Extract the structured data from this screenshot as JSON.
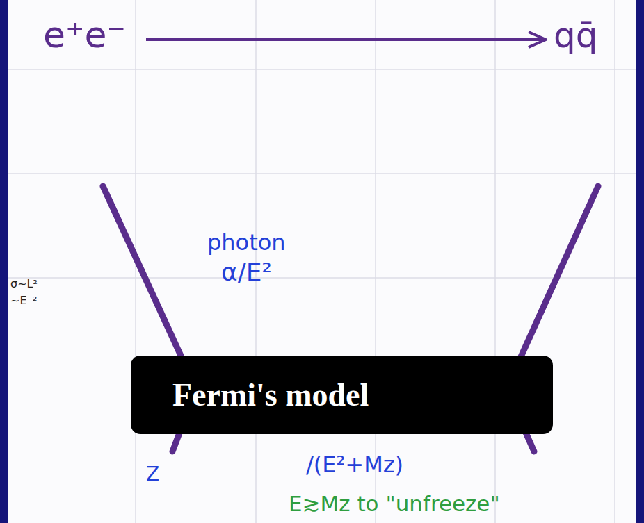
{
  "diagram": {
    "nodes": [
      {
        "text": [
          "Fermi's model"
        ]
      }
    ],
    "labels": [
      "e⁺e⁻",
      "qq̄",
      "photon",
      "α/E²",
      "σ~L²",
      "~E⁻²",
      "Z",
      "/(E²+Mz)",
      "E≳Mz to \"unfreeze\""
    ]
  }
}
